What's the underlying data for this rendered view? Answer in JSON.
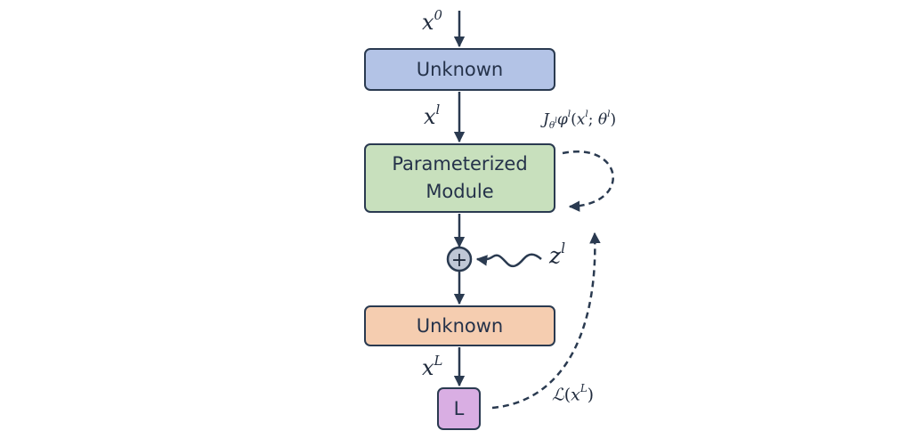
{
  "boxes": {
    "top": {
      "label": "Unknown"
    },
    "middle": {
      "line1": "Parameterized",
      "line2": "Module"
    },
    "bottom": {
      "label": "Unknown"
    },
    "loss": {
      "label": "L"
    }
  },
  "labels": {
    "x0": {
      "base": "x",
      "sup": "0"
    },
    "xl": {
      "base": "x",
      "sup": "l"
    },
    "xL": {
      "base": "x",
      "sup": "L"
    },
    "zl": {
      "base": "z",
      "sup": "l"
    },
    "jacobian": {
      "j": "J",
      "j_sub": "θ",
      "j_sub_sup": "l",
      "phi": "φ",
      "phi_sup": "l",
      "open": "(",
      "x": "x",
      "x_sup": "l",
      "sep": "; ",
      "theta": "θ",
      "theta_sup": "l",
      "close": ")"
    },
    "loss_fn": {
      "calL": "ℒ",
      "open": "(",
      "x": "x",
      "x_sup": "L",
      "close": ")"
    }
  },
  "adder_symbol": "+",
  "colors": {
    "line": "#2a3a50",
    "top_box": "#b3c3e6",
    "middle_box": "#c8e0bd",
    "bottom_box": "#f5cdb0",
    "loss_box": "#d9aee3",
    "adder": "#bfc7d6"
  }
}
